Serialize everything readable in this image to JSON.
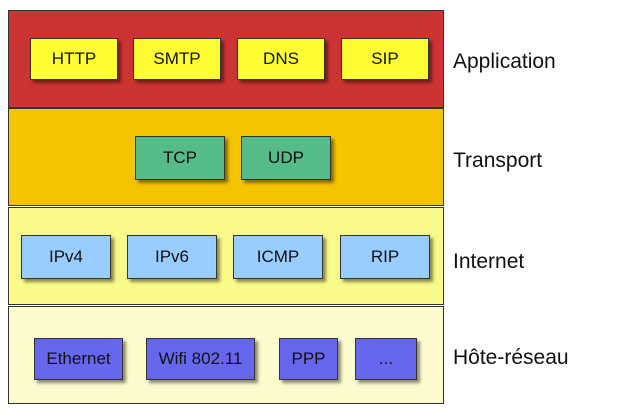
{
  "layers": [
    {
      "name": "Application",
      "color": "#cc3333",
      "box_color": "#ffff33",
      "protocols": [
        "HTTP",
        "SMTP",
        "DNS",
        "SIP"
      ]
    },
    {
      "name": "Transport",
      "color": "#f5c400",
      "box_color": "#55bb88",
      "protocols": [
        "TCP",
        "UDP"
      ]
    },
    {
      "name": "Internet",
      "color": "#fafa8a",
      "box_color": "#99ccff",
      "protocols": [
        "IPv4",
        "IPv6",
        "ICMP",
        "RIP"
      ]
    },
    {
      "name": "Hôte-réseau",
      "color": "#fbfbce",
      "box_color": "#6666ee",
      "protocols": [
        "Ethernet",
        "Wifi 802.11",
        "PPP",
        "..."
      ]
    }
  ]
}
